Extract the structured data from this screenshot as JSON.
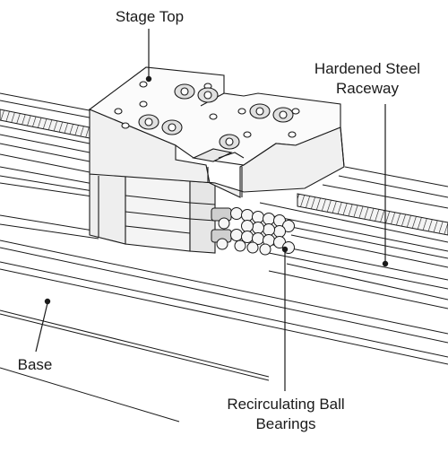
{
  "labels": {
    "stage_top": "Stage Top",
    "raceway_line1": "Hardened Steel",
    "raceway_line2": "Raceway",
    "base": "Base",
    "balls_line1": "Recirculating Ball",
    "balls_line2": "Bearings"
  },
  "colors": {
    "line": "#1a1a1a",
    "fill_light": "#f4f4f4",
    "fill_mid": "#e6e6e6",
    "fill_dark": "#cfcfcf",
    "background": "#ffffff"
  }
}
